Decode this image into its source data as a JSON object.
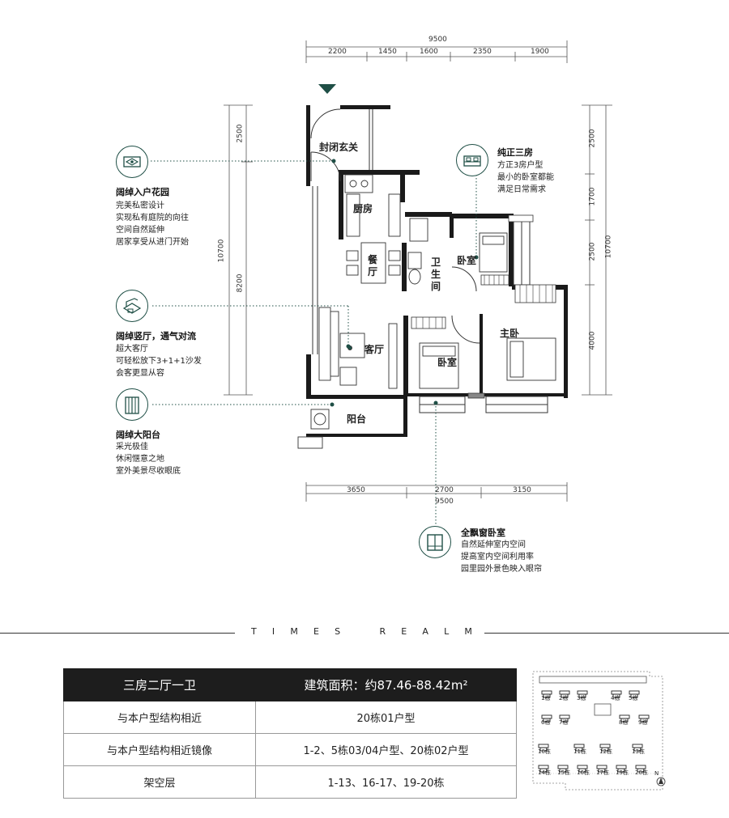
{
  "dimensions": {
    "top_total": "9500",
    "top_segments": [
      "2200",
      "1450",
      "1600",
      "2350",
      "1900"
    ],
    "bottom_segments": [
      "3650",
      "2700",
      "3150"
    ],
    "bottom_total": "9500",
    "left_total": "10700",
    "left_segments": [
      "2500",
      "8200"
    ],
    "right_total": "10700",
    "right_segments": [
      "2500",
      "1700",
      "2500",
      "4000"
    ]
  },
  "rooms": {
    "entrance": "封闭玄关",
    "kitchen": "厨房",
    "dining": "餐厅",
    "bathroom": "卫生间",
    "bedroom_top": "卧室",
    "living": "客厅",
    "bedroom_mid": "卧室",
    "master": "主卧",
    "balcony": "阳台"
  },
  "features": {
    "garden": {
      "title": "阔绰入户花园",
      "lines": [
        "完美私密设计",
        "实现私有庭院的向往",
        "空间自然延伸",
        "居家享受从进门开始"
      ]
    },
    "hall": {
      "title": "阔绰竖厅，通气对流",
      "lines": [
        "超大客厅",
        "可轻松放下3+1+1沙发",
        "会客更显从容"
      ]
    },
    "balcony": {
      "title": "阔绰大阳台",
      "lines": [
        "采光极佳",
        "休闲惬意之地",
        "室外美景尽收眼底"
      ]
    },
    "three_room": {
      "title": "纯正三房",
      "lines": [
        "方正3房户型",
        "最小的卧室都能",
        "满足日常需求"
      ]
    },
    "bay_window": {
      "title": "全飘窗卧室",
      "lines": [
        "自然延伸室内空间",
        "提高室内空间利用率",
        "园里园外景色映入眼帘"
      ]
    }
  },
  "brand": [
    "T",
    "I",
    "M",
    "E",
    "S",
    "R",
    "E",
    "A",
    "L",
    "M"
  ],
  "table": {
    "header": [
      "三房二厅一卫",
      "建筑面积：约87.46-88.42m²"
    ],
    "rows": [
      [
        "与本户型结构相近",
        "20栋01户型"
      ],
      [
        "与本户型结构相近镜像",
        "1-2、5栋03/04户型、20栋02户型"
      ],
      [
        "架空层",
        "1-13、16-17、19-20栋"
      ]
    ]
  },
  "site_map": {
    "buildings": [
      "1栋",
      "2栋",
      "3栋",
      "4栋",
      "5栋",
      "6栋",
      "7栋",
      "8栋",
      "9栋",
      "10栋",
      "11栋",
      "12栋",
      "13栋",
      "14栋",
      "15栋",
      "16栋",
      "17栋",
      "19栋",
      "20栋"
    ],
    "north": "N"
  },
  "colors": {
    "accent": "#1f4f46",
    "wall": "#1a1a1a",
    "header_bg": "#1d1d1d"
  }
}
